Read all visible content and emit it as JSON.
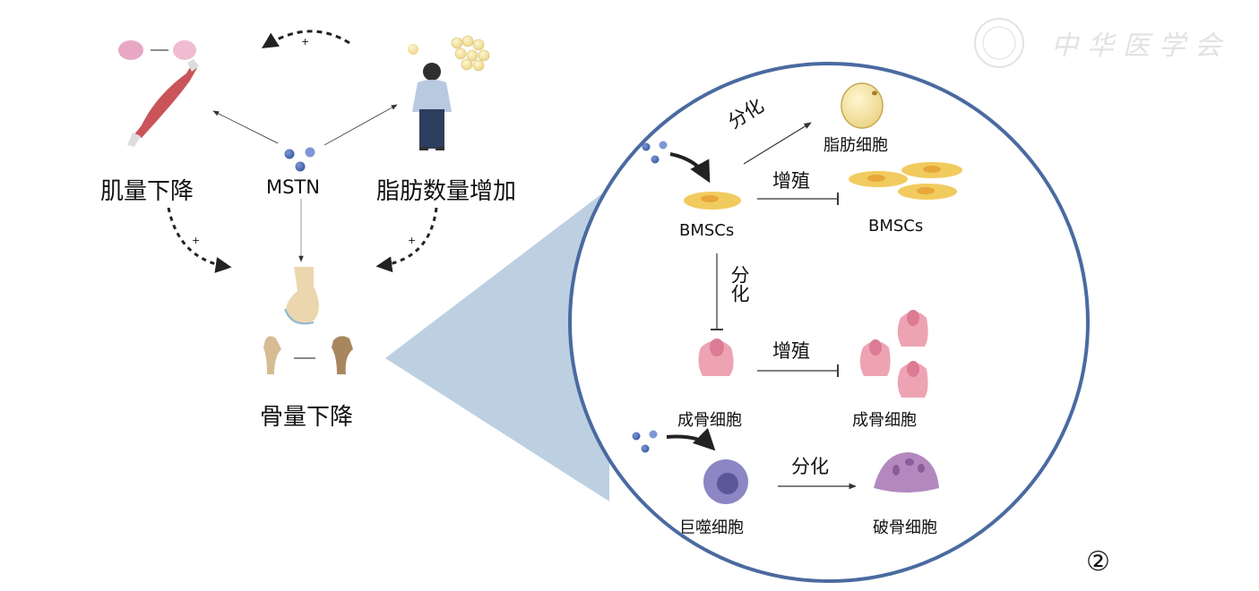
{
  "watermark": {
    "text": "中华医学会",
    "logo": "seal-logo-icon"
  },
  "figure_number": "②",
  "left_panel": {
    "muscle_label": "肌量下降",
    "mstn_label": "MSTN",
    "fat_label": "脂肪数量增加",
    "bone_label": "骨量下降",
    "plus_sign": "+"
  },
  "zoom_panel": {
    "bmsc_label": "BMSCs",
    "bmsc_result_label": "BMSCs",
    "adipocyte_label": "脂肪细胞",
    "osteoblast_label": "成骨细胞",
    "osteoblast_result_label": "成骨细胞",
    "macrophage_label": "巨噬细胞",
    "osteoclast_label": "破骨细胞",
    "differentiate": "分化",
    "proliferate": "增殖"
  },
  "colors": {
    "circle_border": "#4a6aa0",
    "zoom_cone": "#bcd0e2",
    "mstn_dot": "#4d6bb5",
    "muscle": "#c9555a",
    "fat": "#f3e1a0",
    "bmsc": "#f1cb5e",
    "osteoblast": "#eea3b3",
    "macrophage": "#8c86c4",
    "osteoclast": "#b388bf"
  }
}
